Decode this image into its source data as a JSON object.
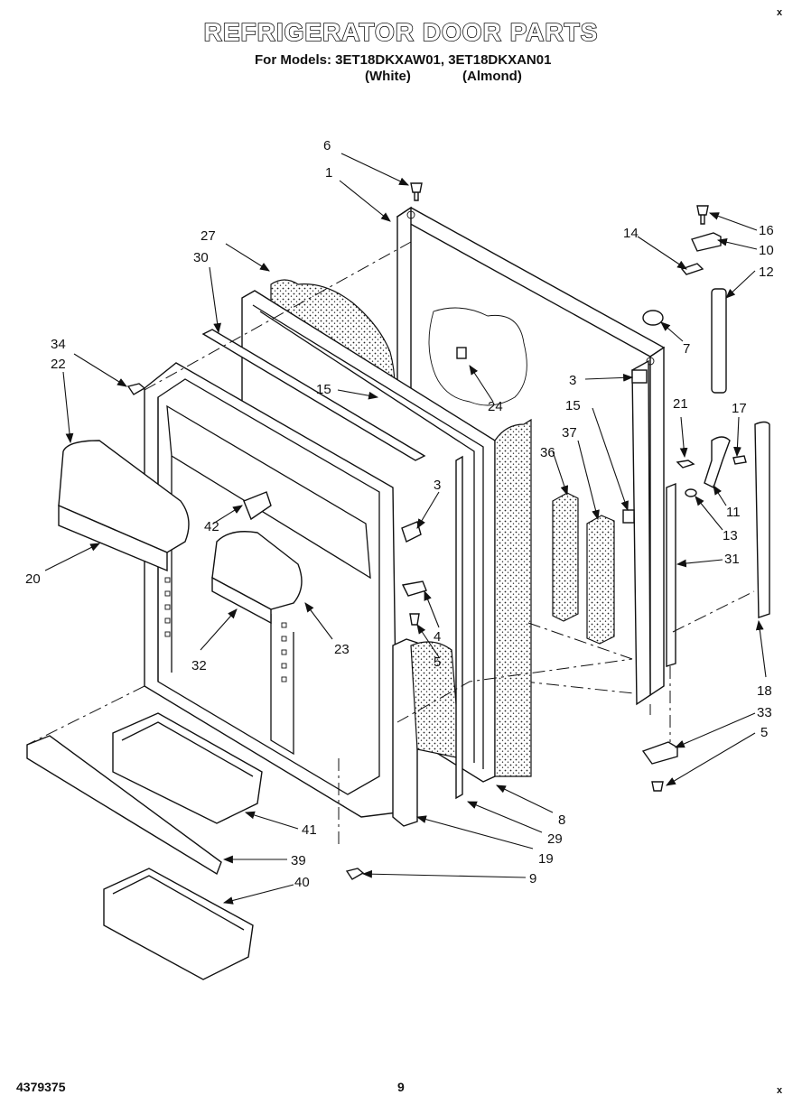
{
  "header": {
    "title": "REFRIGERATOR DOOR PARTS",
    "models_line": "For Models: 3ET18DKXAW01, 3ET18DKXAN01",
    "variant_white": "(White)",
    "variant_almond": "(Almond)"
  },
  "corner_mark": "x",
  "footer": {
    "doc_number": "4379375",
    "page_number": "9"
  },
  "callouts": {
    "c1": "1",
    "c3a": "3",
    "c3b": "3",
    "c4": "4",
    "c5a": "5",
    "c5b": "5",
    "c6": "6",
    "c7": "7",
    "c8": "8",
    "c9": "9",
    "c10": "10",
    "c11": "11",
    "c12": "12",
    "c13": "13",
    "c14": "14",
    "c15a": "15",
    "c15b": "15",
    "c16": "16",
    "c17": "17",
    "c18": "18",
    "c19": "19",
    "c20": "20",
    "c21": "21",
    "c22": "22",
    "c23": "23",
    "c24": "24",
    "c27": "27",
    "c29": "29",
    "c30": "30",
    "c31": "31",
    "c32": "32",
    "c33": "33",
    "c34": "34",
    "c36": "36",
    "c37": "37",
    "c39": "39",
    "c40": "40",
    "c41": "41",
    "c42": "42"
  }
}
